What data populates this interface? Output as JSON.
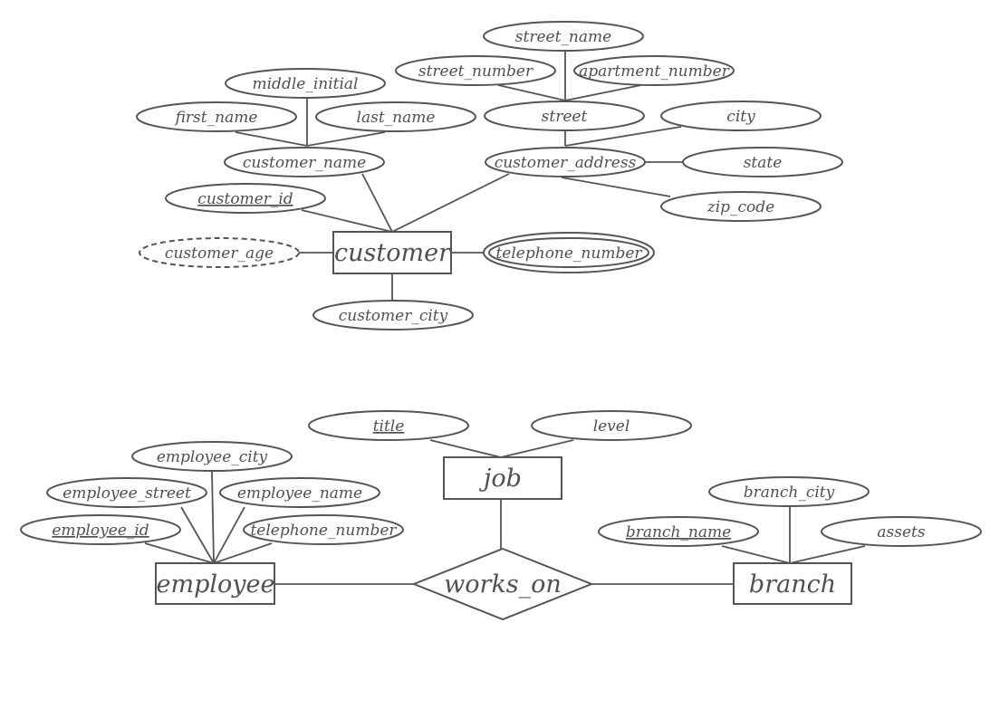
{
  "diagram": {
    "entities": {
      "customer": "customer",
      "employee": "employee",
      "job": "job",
      "branch": "branch"
    },
    "relationships": {
      "works_on": "works_on"
    },
    "attributes": {
      "street_name": "street_name",
      "street_number": "street_number",
      "apartment_number": "apartment_number",
      "middle_initial": "middle_initial",
      "first_name": "first_name",
      "last_name": "last_name",
      "street": "street",
      "city": "city",
      "customer_name": "customer_name",
      "customer_address": "customer_address",
      "state": "state",
      "customer_id": "customer_id",
      "zip_code": "zip_code",
      "customer_age": "customer_age",
      "telephone_number": "telephone_number",
      "customer_city": "customer_city",
      "title": "title",
      "level": "level",
      "employee_city": "employee_city",
      "employee_street": "employee_street",
      "employee_name": "employee_name",
      "employee_id": "employee_id",
      "employee_telephone_number": "telephone_number",
      "branch_city": "branch_city",
      "branch_name": "branch_name",
      "assets": "assets"
    }
  }
}
